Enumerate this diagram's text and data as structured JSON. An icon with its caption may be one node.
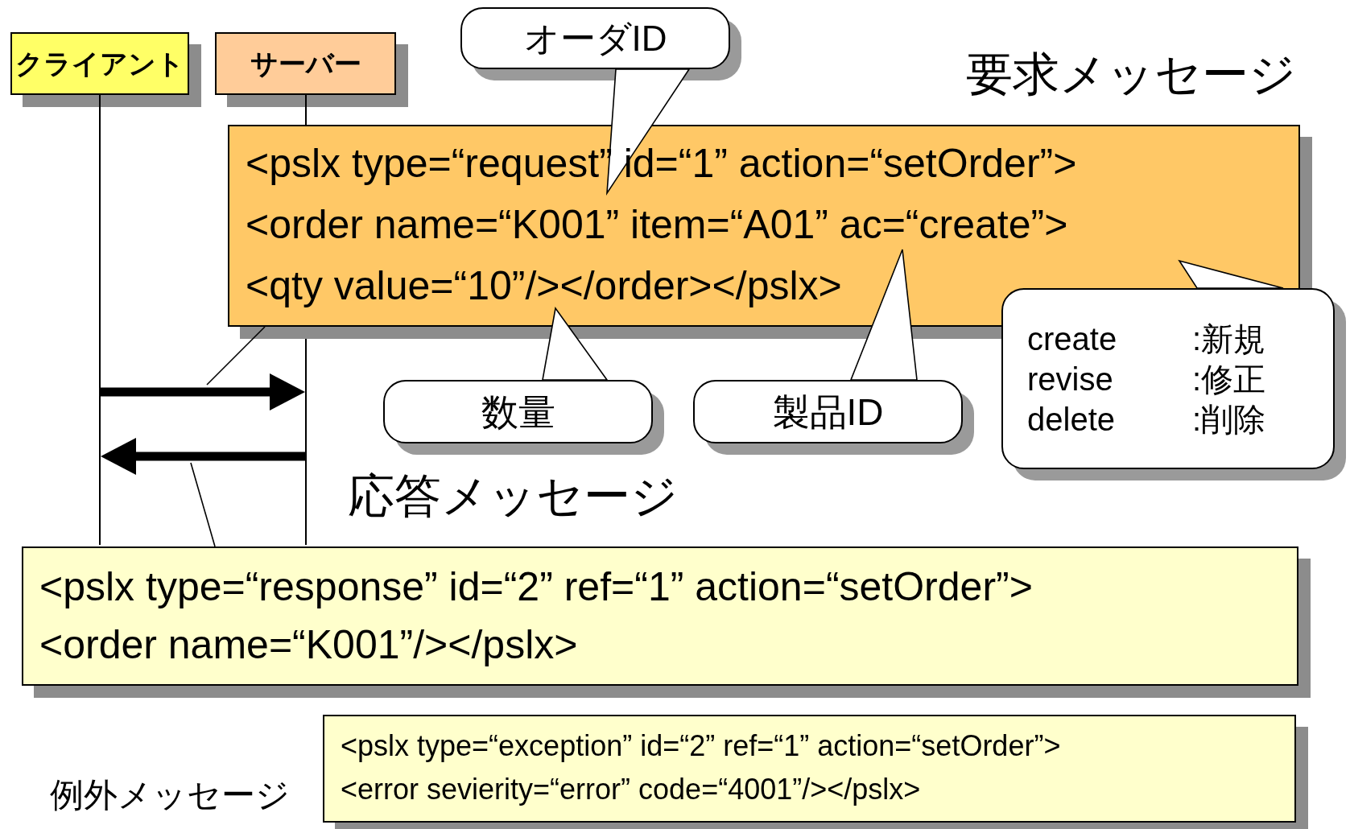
{
  "diagram": {
    "nodes": [
      {
        "text": [
          "クライアント"
        ]
      },
      {
        "text": [
          "サーバー"
        ]
      },
      {
        "text": [],
        "shape": "bar"
      },
      {
        "text": [],
        "shape": "bar"
      },
      {
        "text": [
          "オーダID"
        ]
      },
      {
        "text": [
          "<pslx type=“request” id=“1” action=“setOrder”>",
          "<order name=“K001” item=“A01” ac=“create”>",
          "<qty value=“10”/></order></pslx>"
        ],
        "beside": [
          "要求メッセージ"
        ]
      },
      {
        "text": [
          "数量"
        ]
      },
      {
        "text": [
          "製品ID"
        ]
      },
      {
        "text": [
          "create",
          ":新規",
          "revise",
          ":修正",
          "delete",
          ":削除"
        ]
      },
      {
        "text": [
          "<pslx type=“response” id=“2” ref=“1” action=“setOrder”>",
          "<order name=“K001”/></pslx>"
        ],
        "beside": [
          "応答メッセージ"
        ]
      },
      {
        "text": [
          "<pslx type=“exception” id=“2” ref=“1” action=“setOrder”>",
          "<error sevierity=“error” code=“4001”/></pslx>"
        ],
        "beside": [
          "例外メッセージ"
        ]
      }
    ],
    "edges": [
      {
        "from": 2,
        "to": 3,
        "arrow": "to",
        "style": "thick"
      },
      {
        "from": 3,
        "to": 2,
        "arrow": "to",
        "style": "thick"
      },
      {
        "from": 4,
        "to": null,
        "arrow": "to"
      },
      {
        "from": 6,
        "to": null,
        "arrow": "to"
      },
      {
        "from": 7,
        "to": null,
        "arrow": "to"
      },
      {
        "from": 8,
        "to": null,
        "arrow": "to"
      },
      {
        "from": 5,
        "to": null,
        "arrow": "none"
      },
      {
        "from": null,
        "to": 9,
        "arrow": "none"
      }
    ]
  }
}
